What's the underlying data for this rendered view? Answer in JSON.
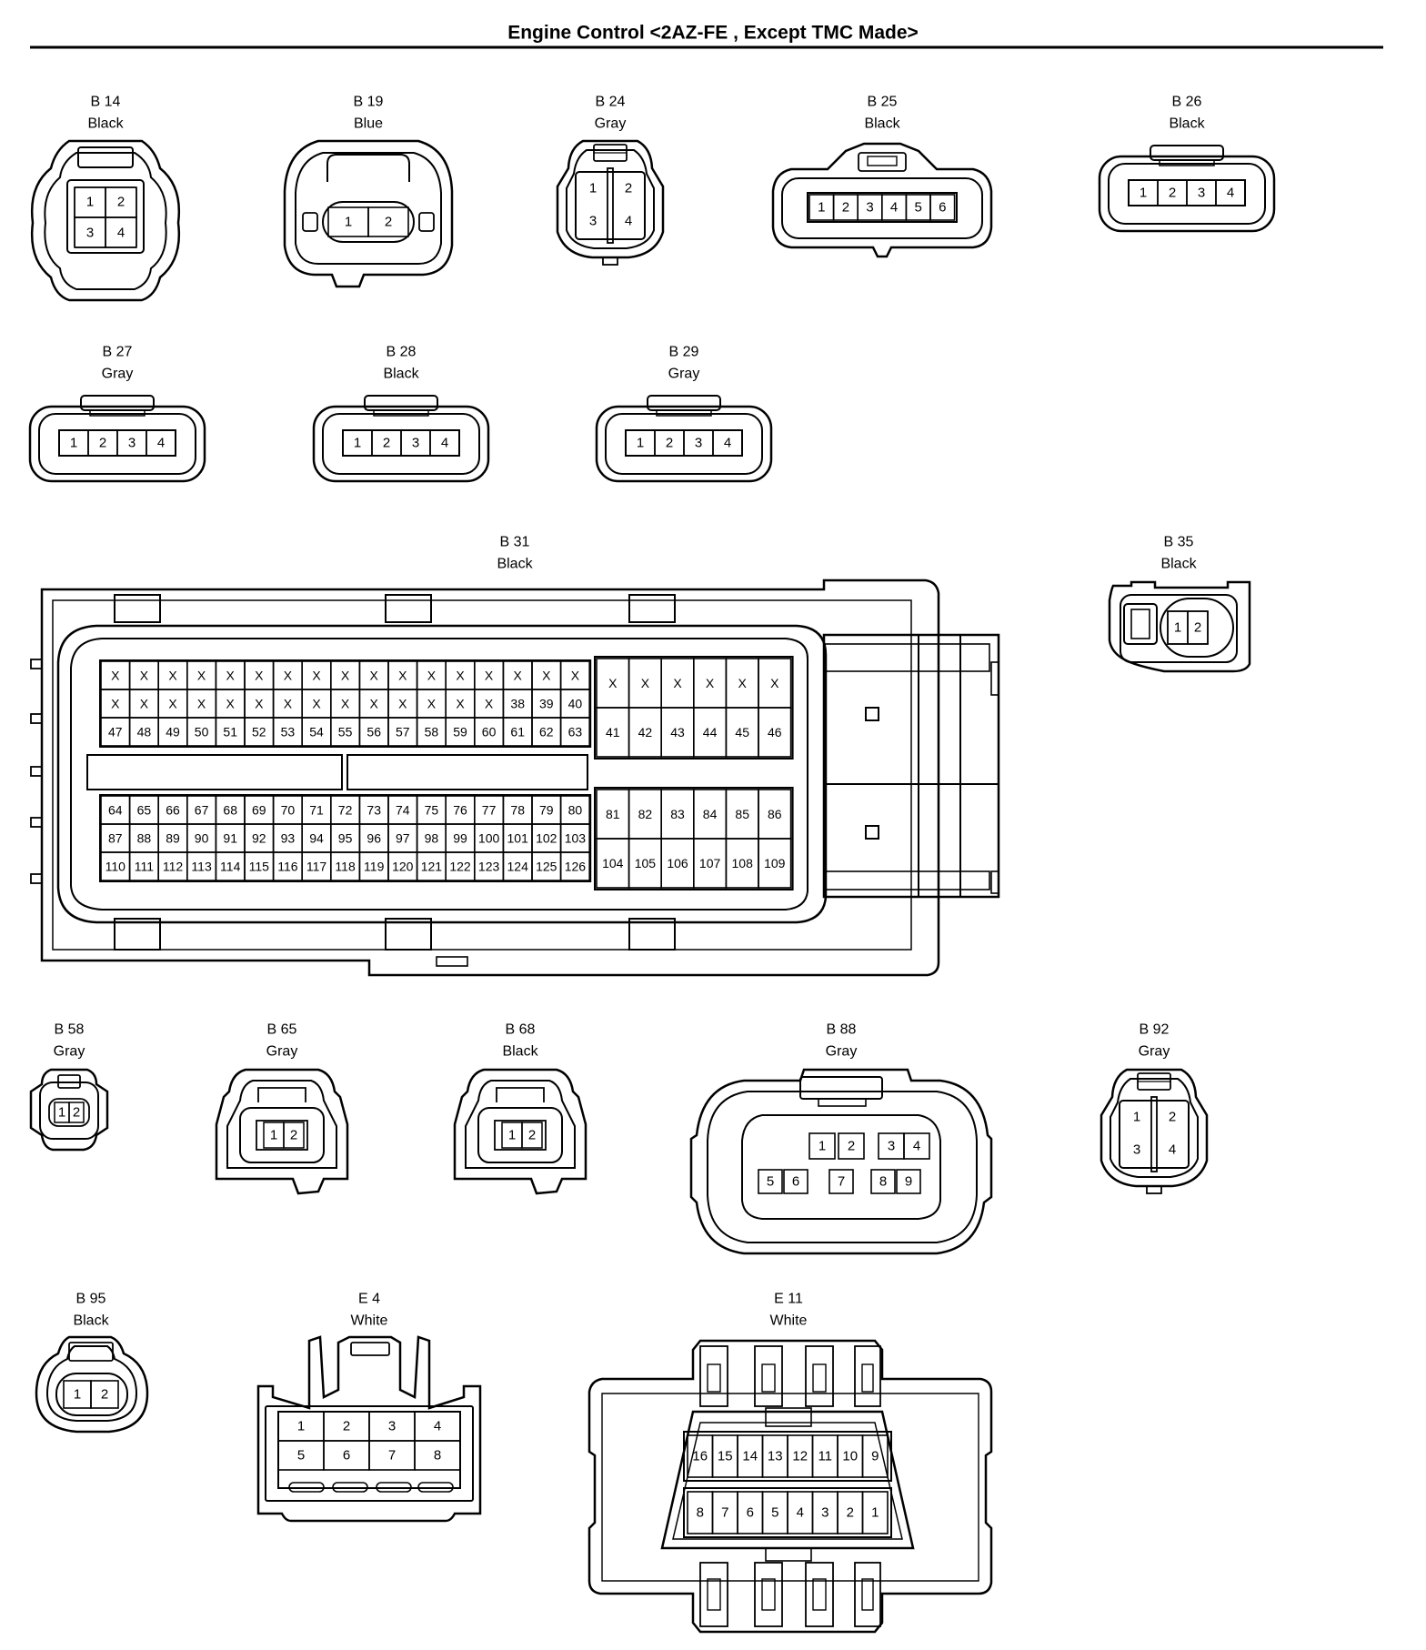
{
  "title": "Engine Control <2AZ-FE , Except TMC Made>",
  "connectors": [
    {
      "id": "B14",
      "code": "B 14",
      "color": "Black",
      "pins": [
        "1",
        "2",
        "3",
        "4"
      ]
    },
    {
      "id": "B19",
      "code": "B 19",
      "color": "Blue",
      "pins": [
        "1",
        "2"
      ]
    },
    {
      "id": "B24",
      "code": "B 24",
      "color": "Gray",
      "pins": [
        "1",
        "2",
        "3",
        "4"
      ]
    },
    {
      "id": "B25",
      "code": "B 25",
      "color": "Black",
      "pins": [
        "1",
        "2",
        "3",
        "4",
        "5",
        "6"
      ]
    },
    {
      "id": "B26",
      "code": "B 26",
      "color": "Black",
      "pins": [
        "1",
        "2",
        "3",
        "4"
      ]
    },
    {
      "id": "B27",
      "code": "B 27",
      "color": "Gray",
      "pins": [
        "1",
        "2",
        "3",
        "4"
      ]
    },
    {
      "id": "B28",
      "code": "B 28",
      "color": "Black",
      "pins": [
        "1",
        "2",
        "3",
        "4"
      ]
    },
    {
      "id": "B29",
      "code": "B 29",
      "color": "Gray",
      "pins": [
        "1",
        "2",
        "3",
        "4"
      ]
    },
    {
      "id": "B31",
      "code": "B 31",
      "color": "Black",
      "left_rows": [
        [
          "X",
          "X",
          "X",
          "X",
          "X",
          "X",
          "X",
          "X",
          "X",
          "X",
          "X",
          "X",
          "X",
          "X",
          "X",
          "X",
          "X"
        ],
        [
          "X",
          "X",
          "X",
          "X",
          "X",
          "X",
          "X",
          "X",
          "X",
          "X",
          "X",
          "X",
          "X",
          "X",
          "38",
          "39",
          "40"
        ],
        [
          "47",
          "48",
          "49",
          "50",
          "51",
          "52",
          "53",
          "54",
          "55",
          "56",
          "57",
          "58",
          "59",
          "60",
          "61",
          "62",
          "63"
        ],
        [
          "64",
          "65",
          "66",
          "67",
          "68",
          "69",
          "70",
          "71",
          "72",
          "73",
          "74",
          "75",
          "76",
          "77",
          "78",
          "79",
          "80"
        ],
        [
          "87",
          "88",
          "89",
          "90",
          "91",
          "92",
          "93",
          "94",
          "95",
          "96",
          "97",
          "98",
          "99",
          "100",
          "101",
          "102",
          "103"
        ],
        [
          "110",
          "111",
          "112",
          "113",
          "114",
          "115",
          "116",
          "117",
          "118",
          "119",
          "120",
          "121",
          "122",
          "123",
          "124",
          "125",
          "126"
        ]
      ],
      "right_rows": [
        [
          "X",
          "X",
          "X",
          "X",
          "X",
          "X"
        ],
        [
          "41",
          "42",
          "43",
          "44",
          "45",
          "46"
        ],
        [
          "81",
          "82",
          "83",
          "84",
          "85",
          "86"
        ],
        [
          "104",
          "105",
          "106",
          "107",
          "108",
          "109"
        ]
      ]
    },
    {
      "id": "B35",
      "code": "B 35",
      "color": "Black",
      "pins": [
        "1",
        "2"
      ]
    },
    {
      "id": "B58",
      "code": "B 58",
      "color": "Gray",
      "pins": [
        "1",
        "2"
      ]
    },
    {
      "id": "B65",
      "code": "B 65",
      "color": "Gray",
      "pins": [
        "1",
        "2"
      ]
    },
    {
      "id": "B68",
      "code": "B 68",
      "color": "Black",
      "pins": [
        "1",
        "2"
      ]
    },
    {
      "id": "B88",
      "code": "B 88",
      "color": "Gray",
      "pins": [
        "1",
        "2",
        "3",
        "4",
        "5",
        "6",
        "7",
        "8",
        "9"
      ]
    },
    {
      "id": "B92",
      "code": "B 92",
      "color": "Gray",
      "pins": [
        "1",
        "2",
        "3",
        "4"
      ]
    },
    {
      "id": "B95",
      "code": "B 95",
      "color": "Black",
      "pins": [
        "1",
        "2"
      ]
    },
    {
      "id": "E4",
      "code": "E 4",
      "color": "White",
      "pins": [
        "1",
        "2",
        "3",
        "4",
        "5",
        "6",
        "7",
        "8"
      ]
    },
    {
      "id": "E11",
      "code": "E 11",
      "color": "White",
      "top_row": [
        "16",
        "15",
        "14",
        "13",
        "12",
        "11",
        "10",
        "9"
      ],
      "bottom_row": [
        "8",
        "7",
        "6",
        "5",
        "4",
        "3",
        "2",
        "1"
      ]
    }
  ]
}
